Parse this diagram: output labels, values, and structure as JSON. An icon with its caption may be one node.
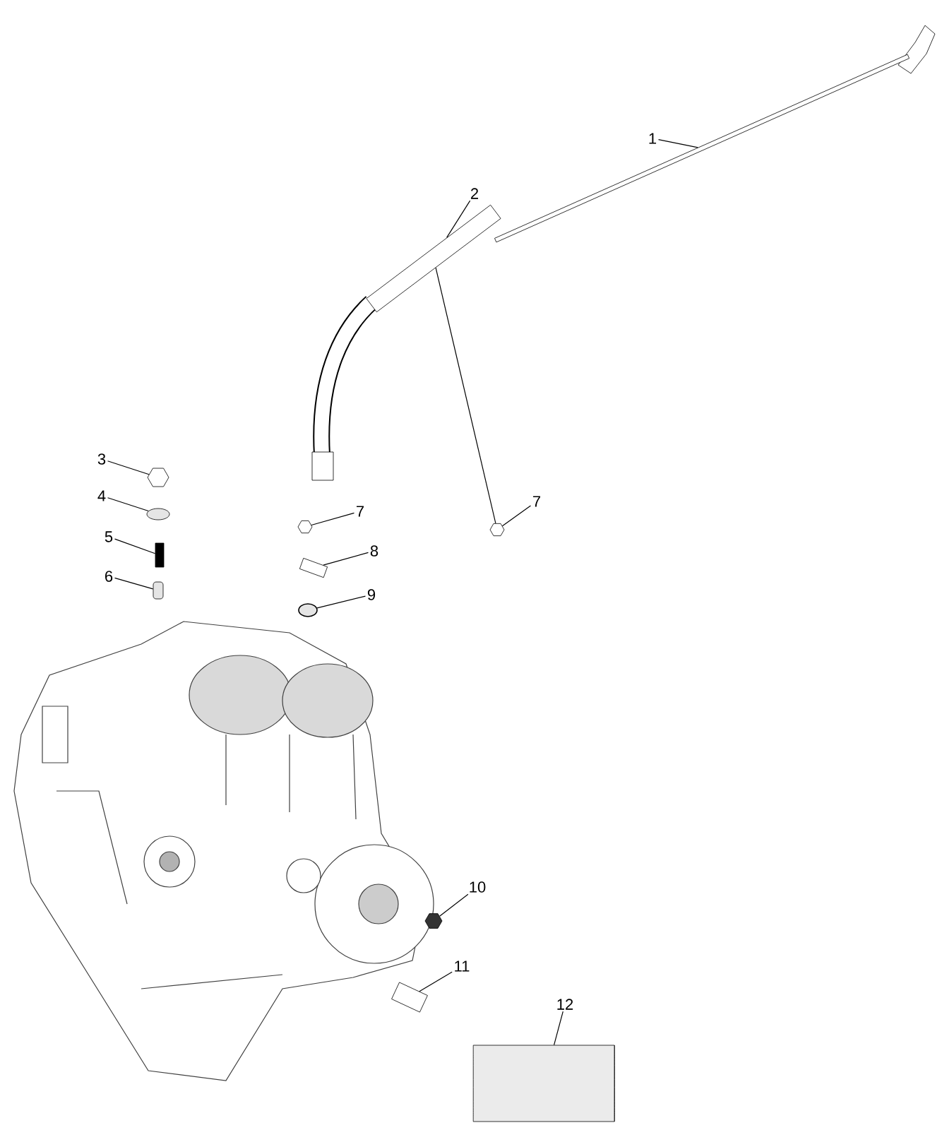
{
  "diagram": {
    "nodes": [
      {
        "text": [
          "1"
        ]
      },
      {
        "text": [
          "2"
        ]
      },
      {
        "text": [
          "7"
        ]
      },
      {
        "text": [
          "3"
        ]
      },
      {
        "text": [
          "4"
        ]
      },
      {
        "text": [
          "5"
        ]
      },
      {
        "text": [
          "6"
        ]
      },
      {
        "text": [
          "7"
        ]
      },
      {
        "text": [
          "8"
        ]
      },
      {
        "text": [
          "9"
        ]
      },
      {
        "text": [
          "10"
        ]
      },
      {
        "text": [
          "11"
        ]
      },
      {
        "text": [
          "12"
        ]
      },
      {
        "text": [],
        "shape": "picture"
      },
      {
        "text": [],
        "shape": "picture"
      },
      {
        "text": [],
        "shape": "picture"
      },
      {
        "text": [],
        "shape": "picture"
      },
      {
        "text": [],
        "shape": "circle"
      },
      {
        "text": [],
        "shape": "bar"
      },
      {
        "text": [],
        "shape": "box"
      },
      {
        "text": [],
        "shape": "picture"
      },
      {
        "text": [],
        "shape": "picture"
      },
      {
        "text": [],
        "shape": "circle"
      },
      {
        "text": [],
        "shape": "picture"
      },
      {
        "text": [],
        "shape": "picture"
      },
      {
        "text": [],
        "shape": "cylinder"
      }
    ],
    "edges": [
      {
        "from": 0,
        "to": 13,
        "arrow": "none"
      },
      {
        "from": 1,
        "to": 14,
        "arrow": "none"
      },
      {
        "from": 2,
        "to": 15,
        "arrow": "none"
      },
      {
        "from": 14,
        "to": 15,
        "arrow": "none"
      },
      {
        "from": 3,
        "to": 16,
        "arrow": "none"
      },
      {
        "from": 4,
        "to": 17,
        "arrow": "none"
      },
      {
        "from": 5,
        "to": 18,
        "arrow": "none"
      },
      {
        "from": 6,
        "to": 19,
        "arrow": "none"
      },
      {
        "from": 7,
        "to": 20,
        "arrow": "none"
      },
      {
        "from": 8,
        "to": 21,
        "arrow": "none"
      },
      {
        "from": 9,
        "to": 22,
        "arrow": "none"
      },
      {
        "from": 10,
        "to": 23,
        "arrow": "none"
      },
      {
        "from": 11,
        "to": 24,
        "arrow": "none"
      },
      {
        "from": 12,
        "to": 25,
        "arrow": "none"
      }
    ]
  }
}
